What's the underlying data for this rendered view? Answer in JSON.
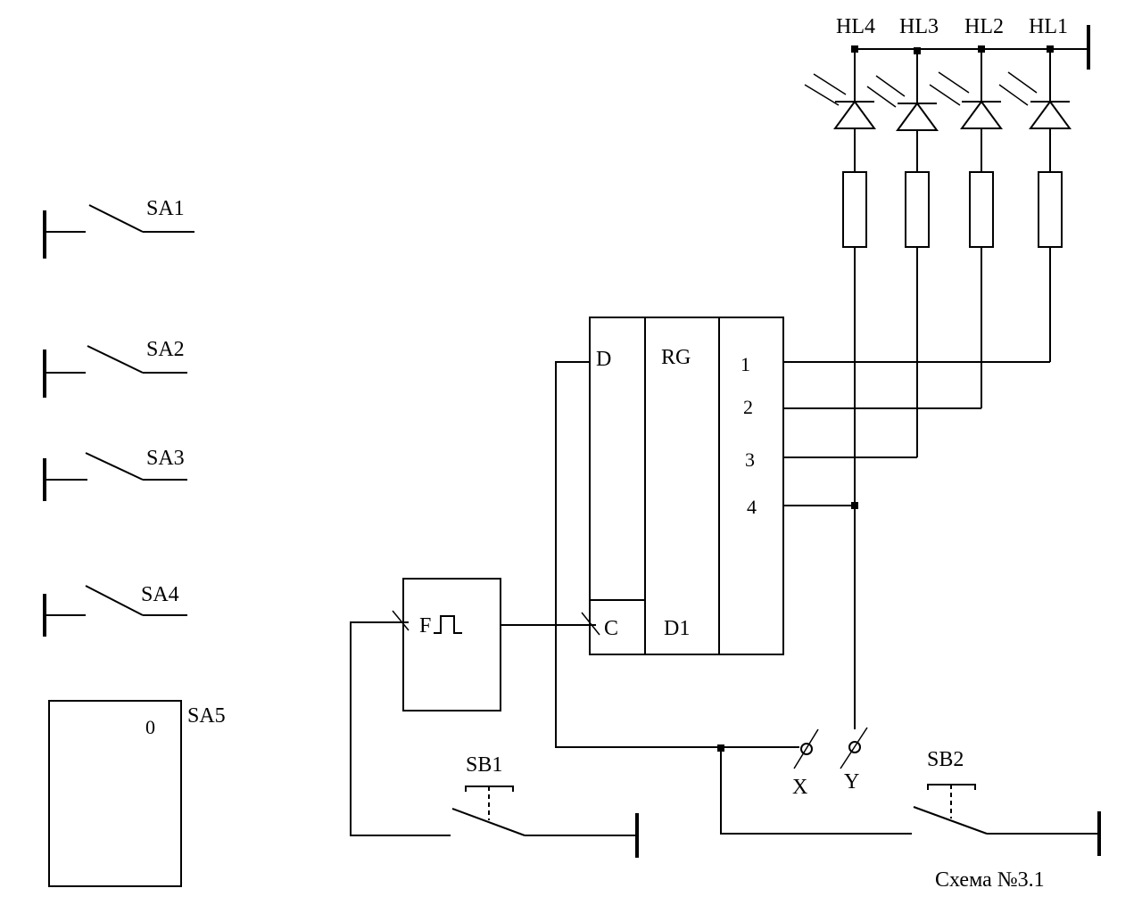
{
  "switches": {
    "sa1": "SA1",
    "sa2": "SA2",
    "sa3": "SA3",
    "sa4": "SA4",
    "sa5": "SA5",
    "sa5_position": "0"
  },
  "leds": [
    "HL4",
    "HL3",
    "HL2",
    "HL1"
  ],
  "register": {
    "d": "D",
    "rg": "RG",
    "c": "C",
    "designator": "D1",
    "outputs": [
      "1",
      "2",
      "3",
      "4"
    ]
  },
  "generator": {
    "label": "F"
  },
  "buttons": {
    "sb1": "SB1",
    "sb2": "SB2"
  },
  "terminals": {
    "x": "X",
    "y": "Y"
  },
  "caption": "Схема №3.1"
}
